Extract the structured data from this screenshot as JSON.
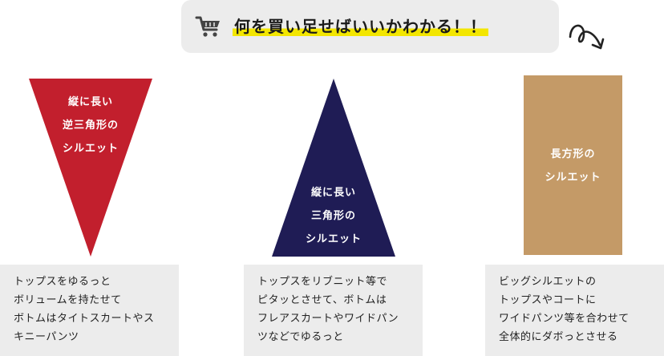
{
  "banner": {
    "text": "何を買い足せばいいかわかる！！",
    "icon": "cart-icon",
    "highlight_color": "#f3e600",
    "background_color": "#ececec"
  },
  "pointer": {
    "icon": "curved-arrow-icon"
  },
  "columns": [
    {
      "shape": "inverted-triangle",
      "color": "#c21f2d",
      "label_lines": [
        "縦に長い",
        "逆三角形の",
        "シルエット"
      ],
      "description_lines": [
        "トップスをゆるっと",
        "ボリュームを持たせて",
        "ボトムはタイトスカートやス",
        "キニーパンツ"
      ]
    },
    {
      "shape": "triangle",
      "color": "#1f1c55",
      "label_lines": [
        "縦に長い",
        "三角形の",
        "シルエット"
      ],
      "description_lines": [
        "トップスをリブニット等で",
        "ピタッとさせて、ボトムは",
        "フレアスカートやワイドパン",
        "ツなどでゆるっと"
      ]
    },
    {
      "shape": "rectangle",
      "color": "#c49a67",
      "label_lines": [
        "長方形の",
        "シルエット"
      ],
      "description_lines": [
        "ビッグシルエットの",
        "トップスやコートに",
        "ワイドパンツ等を合わせて",
        "全体的にダボっとさせる"
      ]
    }
  ]
}
